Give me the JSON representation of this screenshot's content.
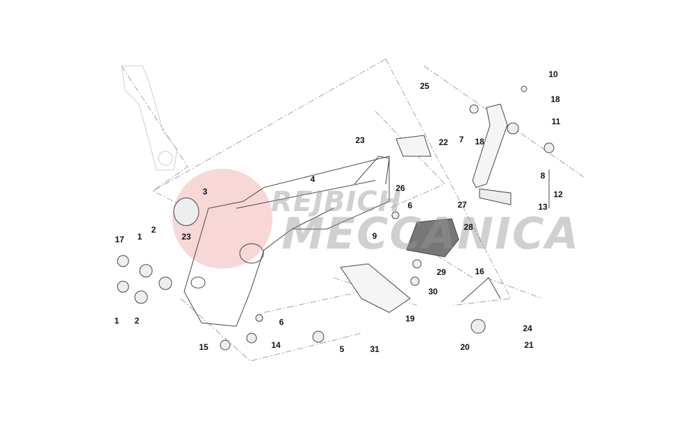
{
  "diagram": {
    "watermark": {
      "line1": "REJBICH",
      "line2": "MECCANICA",
      "color": "#f2b8b8"
    },
    "callouts": [
      "10",
      "25",
      "18",
      "7",
      "18",
      "11",
      "22",
      "23",
      "4",
      "26",
      "8",
      "12",
      "27",
      "13",
      "3",
      "6",
      "28",
      "23",
      "17",
      "1",
      "2",
      "9",
      "29",
      "16",
      "30",
      "1",
      "2",
      "6",
      "19",
      "24",
      "14",
      "15",
      "5",
      "31",
      "20",
      "21"
    ]
  }
}
